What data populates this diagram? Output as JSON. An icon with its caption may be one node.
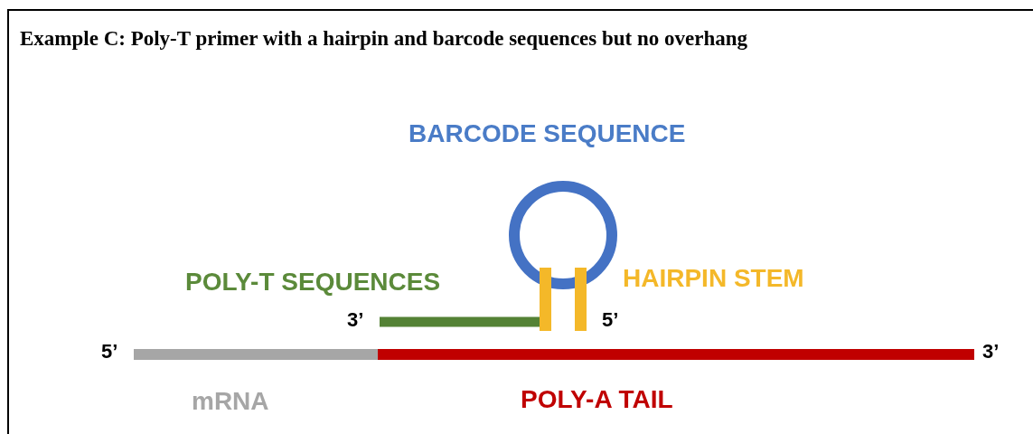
{
  "diagram": {
    "title": "Example C: Poly-T primer with a hairpin and barcode sequences but no overhang",
    "labels": [
      "BARCODE SEQUENCE",
      "POLY-T SEQUENCES",
      "HAIRPIN STEM",
      "3’",
      "5’",
      "5’",
      "3’",
      "mRNA",
      "POLY-A TAIL"
    ]
  }
}
